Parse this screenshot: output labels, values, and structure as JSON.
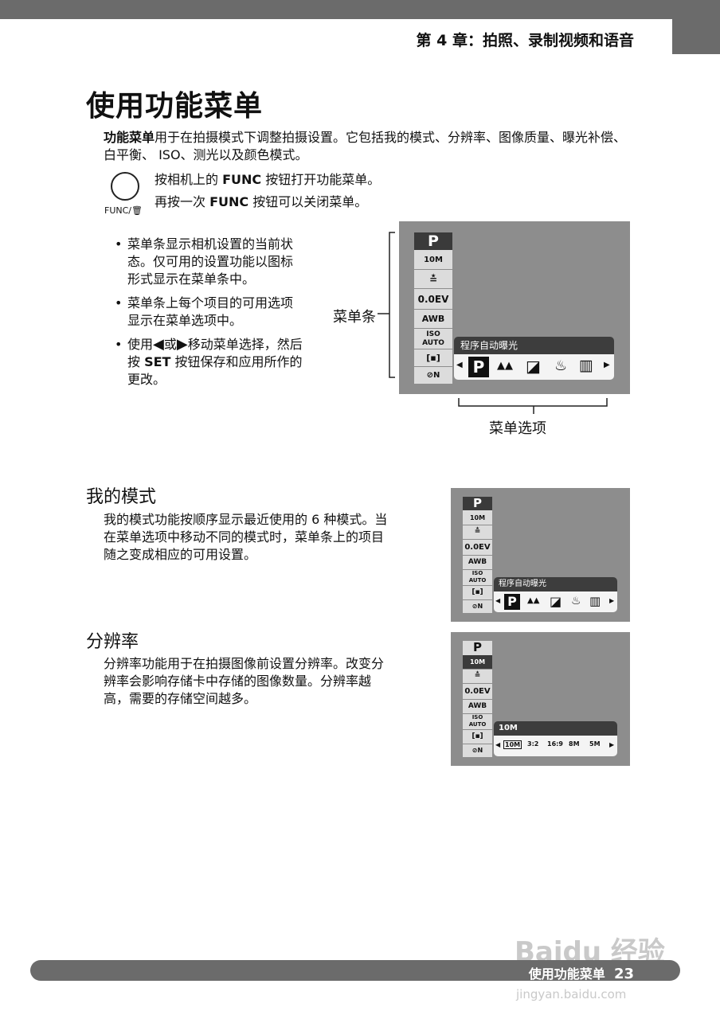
{
  "header": {
    "chapter": "第 4 章：拍照、录制视频和语音"
  },
  "title": "使用功能菜单",
  "intro": {
    "term": "功能菜单",
    "text": "用于在拍摄模式下调整拍摄设置。它包括我的模式、分辨率、图像质量、曝光补偿、白平衡、 ISO、测光以及颜色模式。"
  },
  "func": {
    "button_label": "FUNC/🗑",
    "line1_pre": "按相机上的 ",
    "line1_key": "FUNC",
    "line1_post": " 按钮打开功能菜单。",
    "line2_pre": "再按一次 ",
    "line2_key": "FUNC",
    "line2_post": " 按钮可以关闭菜单。"
  },
  "bullets": [
    "菜单条显示相机设置的当前状态。仅可用的设置功能以图标形式显示在菜单条中。",
    "菜单条上每个项目的可用选项显示在菜单选项中。",
    {
      "pre": "使用",
      "left_icon": "◀",
      "mid": "或",
      "right_icon": "▶",
      "post": "移动菜单选择，然后按 ",
      "key": "SET",
      "tail": " 按钮保存和应用所作的更改。"
    }
  ],
  "labels": {
    "menubar": "菜单条",
    "options": "菜单选项"
  },
  "menu_items": [
    "P",
    "10M",
    "≛",
    "0.0EV",
    "AWB",
    "ISO AUTO",
    "[▪]",
    "⊘N"
  ],
  "screen1": {
    "caption": "程序自动曝光",
    "options": [
      "P",
      "▲▲",
      "◪",
      "♨",
      "▥"
    ]
  },
  "section_mymode": {
    "heading": "我的模式",
    "text": "我的模式功能按顺序显示最近使用的 6 种模式。当在菜单选项中移动不同的模式时，菜单条上的项目随之变成相应的可用设置。"
  },
  "screen2": {
    "caption": "程序自动曝光",
    "options": [
      "P",
      "▲▲",
      "◪",
      "♨",
      "▥"
    ]
  },
  "section_resolution": {
    "heading": "分辨率",
    "text": "分辨率功能用于在拍摄图像前设置分辨率。改变分辨率会影响存储卡中存储的图像数量。分辨率越高，需要的存储空间越多。"
  },
  "screen3": {
    "caption": "10M",
    "options": [
      "10M",
      "3:2",
      "16:9",
      "8M",
      "5M"
    ]
  },
  "footer": {
    "text": "使用功能菜单",
    "page": "23"
  },
  "watermark": {
    "brand": "Baidu 经验",
    "url": "jingyan.baidu.com"
  },
  "colors": {
    "bar": "#6b6b6b",
    "screen": "#8d8d8d",
    "menubar": "#dcdcdc"
  }
}
